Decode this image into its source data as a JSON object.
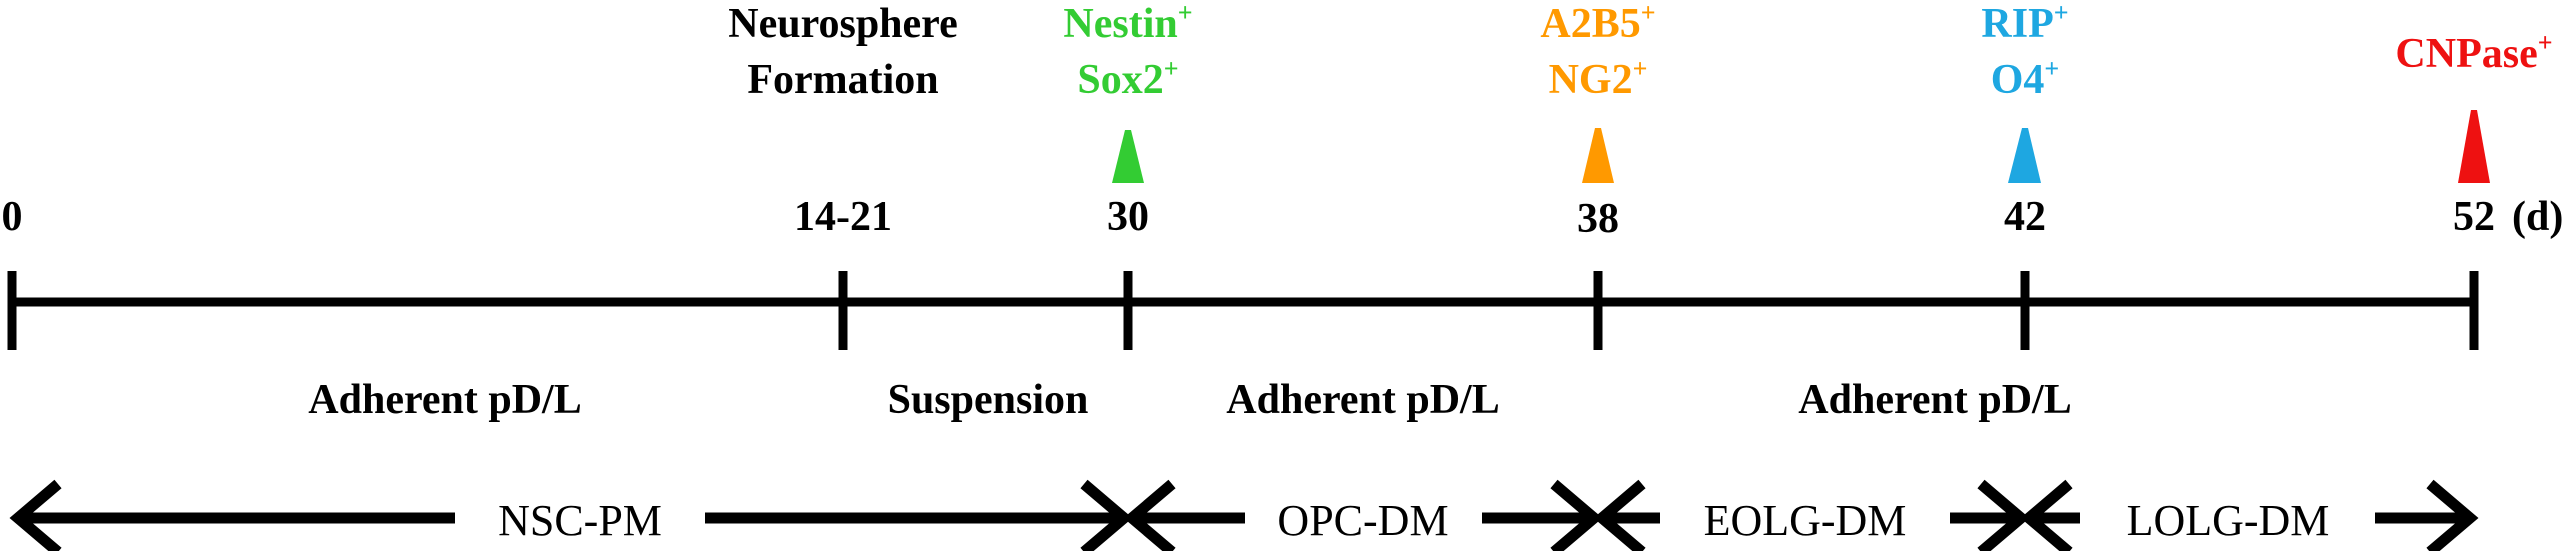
{
  "timeline": {
    "unit": "(d)",
    "ticks": [
      {
        "label": "0",
        "day": 0
      },
      {
        "label": "14-21",
        "day": "14-21"
      },
      {
        "label": "30",
        "day": 30
      },
      {
        "label": "38",
        "day": 38
      },
      {
        "label": "42",
        "day": 42
      },
      {
        "label": "52",
        "day": 52
      }
    ]
  },
  "events": {
    "neurosphere": {
      "line1": "Neurosphere",
      "line2": "Formation"
    },
    "day30": {
      "marker1": "Nestin",
      "marker2": "Sox2",
      "sup": "+",
      "color": "#33cc33"
    },
    "day38": {
      "marker1": "A2B5",
      "marker2": "NG2",
      "sup": "+",
      "color": "#ff9900"
    },
    "day42": {
      "marker1": "RIP",
      "marker2": "O4",
      "sup": "+",
      "color": "#1ea7e1"
    },
    "day52": {
      "marker1": "CNPase",
      "sup": "+",
      "color": "#ee1111"
    }
  },
  "culture_phases": [
    {
      "label": "Adherent pD/L"
    },
    {
      "label": "Suspension"
    },
    {
      "label": "Adherent pD/L"
    },
    {
      "label": "Adherent pD/L"
    }
  ],
  "media": [
    {
      "label": "NSC-PM"
    },
    {
      "label": "OPC-DM"
    },
    {
      "label": "EOLG-DM"
    },
    {
      "label": "LOLG-DM"
    }
  ]
}
